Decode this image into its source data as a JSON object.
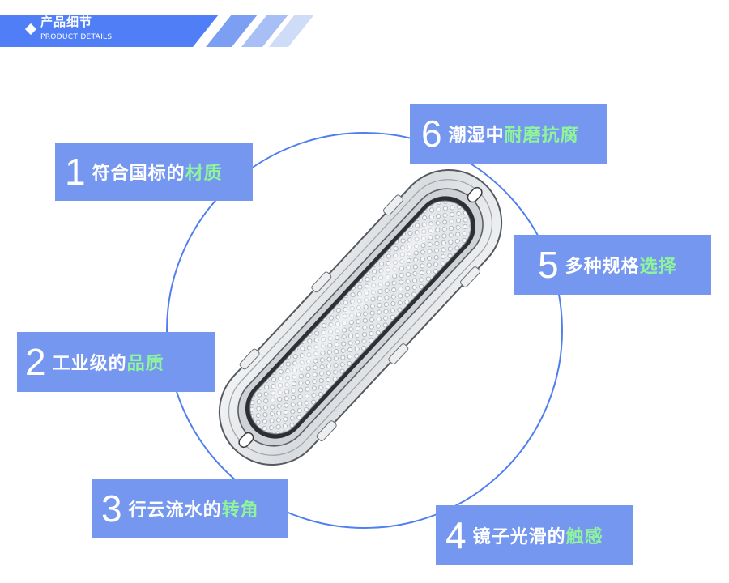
{
  "header": {
    "title": "产品细节",
    "subtitle": "PRODUCT DETAILS",
    "icon": "diamond-icon",
    "colors": {
      "primary": "#4f7ef7",
      "stripe_mid": "#8aa8f2",
      "stripe_light": "#c3d3f7"
    }
  },
  "features": [
    {
      "number": "1",
      "text": "符合国标的",
      "highlight": "材质"
    },
    {
      "number": "2",
      "text": "工业级的",
      "highlight": "品质"
    },
    {
      "number": "3",
      "text": "行云流水的",
      "highlight": "转角"
    },
    {
      "number": "4",
      "text": "镜子光滑的",
      "highlight": "触感"
    },
    {
      "number": "5",
      "text": "多种规格",
      "highlight": "选择"
    },
    {
      "number": "6",
      "text": "潮湿中",
      "highlight": "耐磨抗腐"
    }
  ],
  "colors": {
    "label_bg": "#7597ef",
    "highlight": "#8ff59a",
    "circle": "#4f7ef0"
  }
}
